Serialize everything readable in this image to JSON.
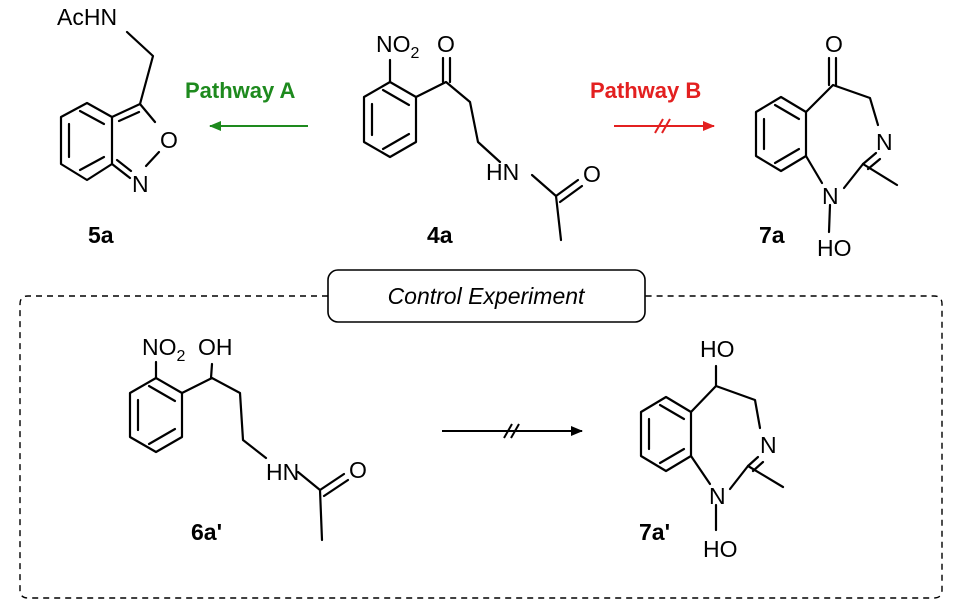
{
  "colors": {
    "pathway_a": "#1e8a1e",
    "pathway_b": "#e32020",
    "ink": "#000000"
  },
  "pathway_a": {
    "label": "Pathway A"
  },
  "pathway_b": {
    "label": "Pathway B"
  },
  "compounds": {
    "c5a": {
      "id": "5a",
      "acetamide": "AcHN",
      "ring_o": "O",
      "ring_n": "N"
    },
    "c4a": {
      "id": "4a",
      "nitro_n": "NO",
      "nitro_sub": "2",
      "ketone_o": "O",
      "amide_nh": "HN",
      "amide_o": "O"
    },
    "c7a": {
      "id": "7a",
      "ketone_o": "O",
      "imine_n": "N",
      "ring_n": "N",
      "hydroxy": "HO"
    },
    "c6a": {
      "id": "6a'",
      "nitro_n": "NO",
      "nitro_sub": "2",
      "alcohol": "OH",
      "amide_nh": "HN",
      "amide_o": "O"
    },
    "c7a2": {
      "id": "7a'",
      "alcohol": "HO",
      "imine_n": "N",
      "ring_n": "N",
      "hydroxy": "HO"
    }
  },
  "control": {
    "title": "Control Experiment"
  }
}
